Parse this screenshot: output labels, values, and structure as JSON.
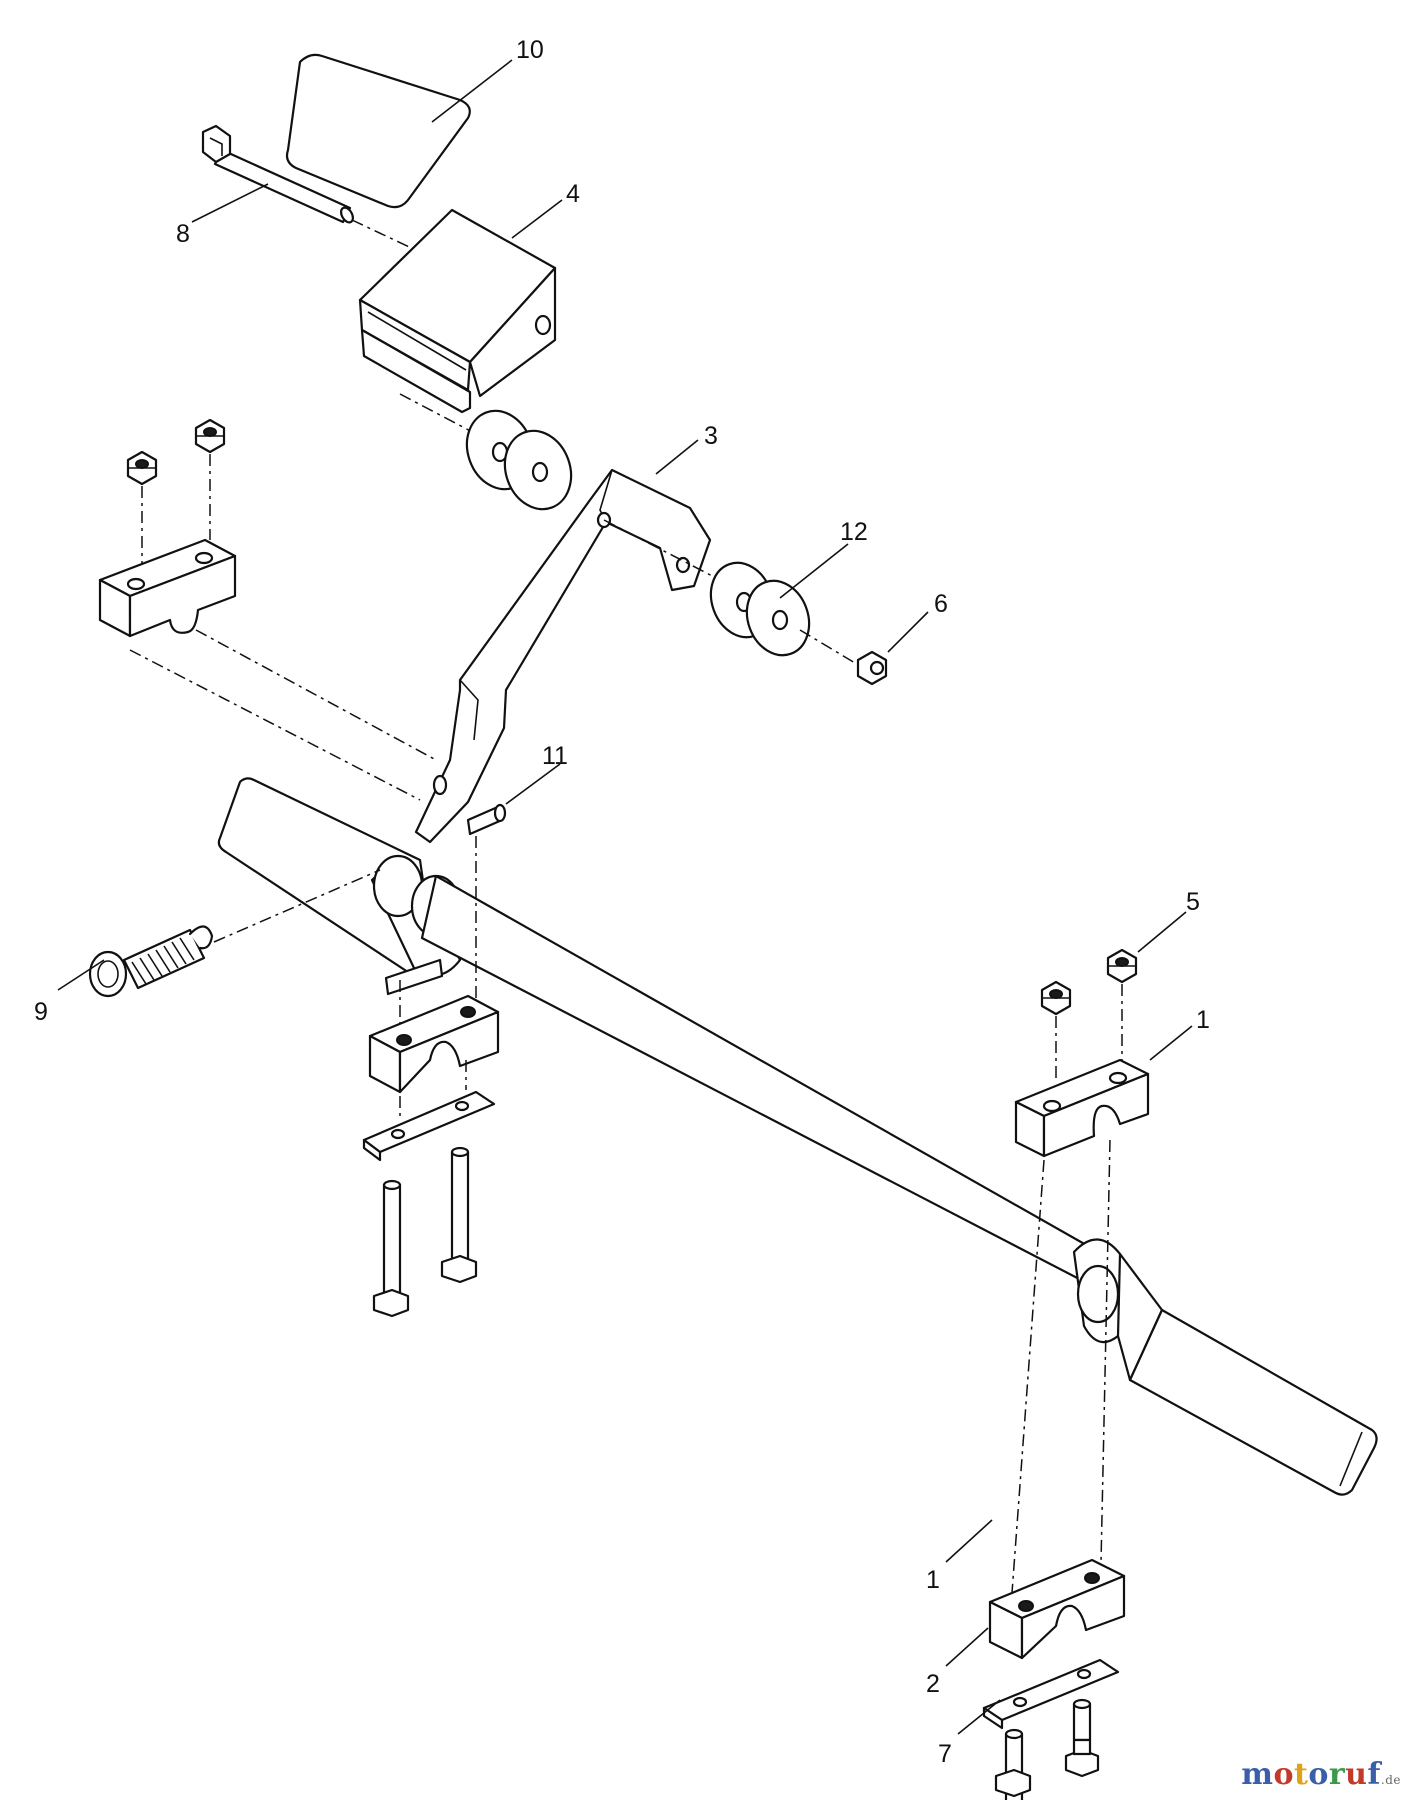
{
  "callouts": [
    {
      "id": "label-10",
      "text": "10"
    },
    {
      "id": "label-8",
      "text": "8"
    },
    {
      "id": "label-4",
      "text": "4"
    },
    {
      "id": "label-3",
      "text": "3"
    },
    {
      "id": "label-12",
      "text": "12"
    },
    {
      "id": "label-6",
      "text": "6"
    },
    {
      "id": "label-11",
      "text": "11"
    },
    {
      "id": "label-9",
      "text": "9"
    },
    {
      "id": "label-5",
      "text": "5"
    },
    {
      "id": "label-1a",
      "text": "1"
    },
    {
      "id": "label-1b",
      "text": "1"
    },
    {
      "id": "label-2",
      "text": "2"
    },
    {
      "id": "label-7",
      "text": "7"
    }
  ],
  "watermark": {
    "letters": [
      {
        "ch": "m",
        "color": "#3a5fa8"
      },
      {
        "ch": "o",
        "color": "#c23a2b"
      },
      {
        "ch": "t",
        "color": "#e0a21b"
      },
      {
        "ch": "o",
        "color": "#3a5fa8"
      },
      {
        "ch": "r",
        "color": "#3a9a4a"
      },
      {
        "ch": "u",
        "color": "#c23a2b"
      },
      {
        "ch": "f",
        "color": "#3a5fa8"
      }
    ],
    "suffix": ".de"
  }
}
